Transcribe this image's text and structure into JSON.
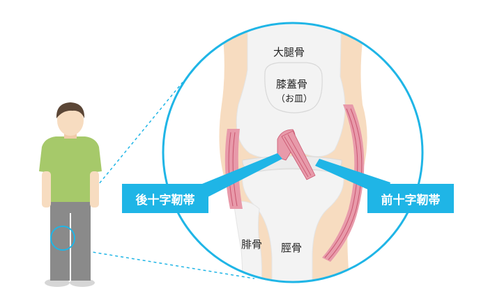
{
  "colors": {
    "accent": "#1fb5e6",
    "skin": "#f7dcc0",
    "bone": "#f3f3f3",
    "ligament": "#e89aaa",
    "shirt": "#a6c96a",
    "pants": "#8a8a8a",
    "hair": "#5b4636"
  },
  "labels": {
    "femur": "大腿骨",
    "patella": "膝蓋骨",
    "patella_note": "（お皿）",
    "fibula": "腓骨",
    "tibia": "脛骨"
  },
  "callouts": {
    "pcl": "後十字靭帯",
    "acl": "前十字靭帯"
  }
}
